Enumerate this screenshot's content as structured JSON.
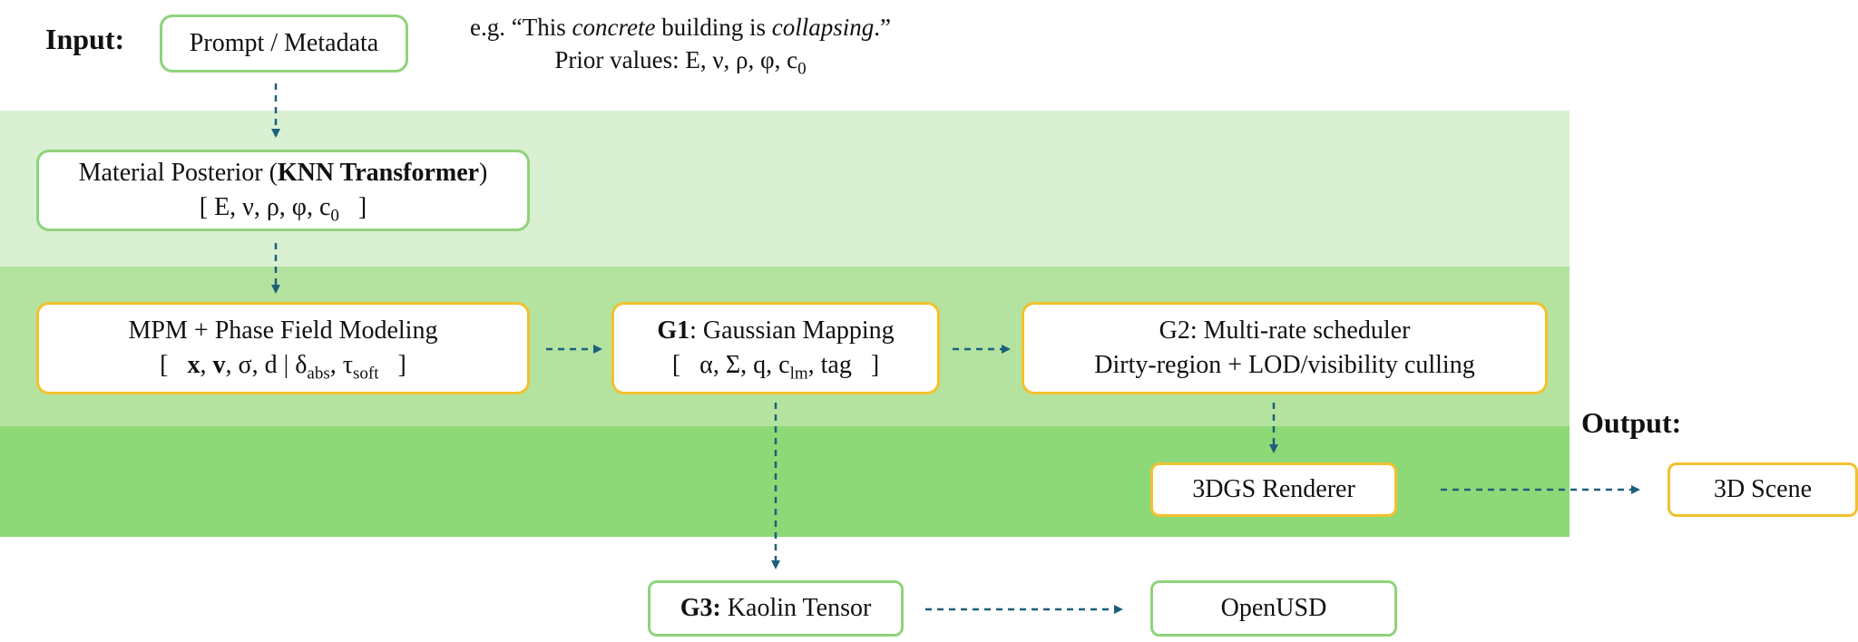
{
  "labels": {
    "input": "Input:",
    "output": "Output:"
  },
  "annotation": {
    "line1_prefix": "e.g. “This ",
    "line1_concrete": "concrete",
    "line1_mid": " building is ",
    "line1_collapsing": "collapsing",
    "line1_suffix": ".”",
    "line2": "Prior values: E, ν, ρ, φ, c",
    "line2_sub": "0"
  },
  "nodes": {
    "prompt": "Prompt / Metadata",
    "material": {
      "title_prefix": "Material Posterior (",
      "title_bold": "KNN Transformer",
      "title_suffix": ")",
      "params": "[   E, ν, ρ, φ, c",
      "params_sub": "0",
      "params_end": "   ]"
    },
    "mpm": {
      "title": "MPM + Phase Field Modeling",
      "p_open": "[   ",
      "p_bold": "x",
      "p_sep": ", ",
      "p_bold2": "v",
      "p_rest": ", σ, d | δ",
      "p_sub1": "abs",
      "p_mid": ", τ",
      "p_sub2": "soft",
      "p_close": "   ]"
    },
    "g1": {
      "bold": "G1",
      "title": ": Gaussian Mapping",
      "p_open": "[   α, Σ, q, c",
      "p_sub": "lm",
      "p_close": ", tag   ]"
    },
    "g2": {
      "line1": "G2: Multi-rate scheduler",
      "line2": "Dirty-region + LOD/visibility culling"
    },
    "renderer": "3DGS Renderer",
    "scene": "3D Scene",
    "g3": {
      "bold": "G3:",
      "title": " Kaolin Tensor"
    },
    "openusd": "OpenUSD"
  },
  "colors": {
    "band_light": "#d9f0d2",
    "band_mid": "#b4e39f",
    "band_dark": "#8ed977",
    "border_green": "#8fd37a",
    "border_yellow": "#f2c12e",
    "arrow": "#1d5f7a"
  }
}
